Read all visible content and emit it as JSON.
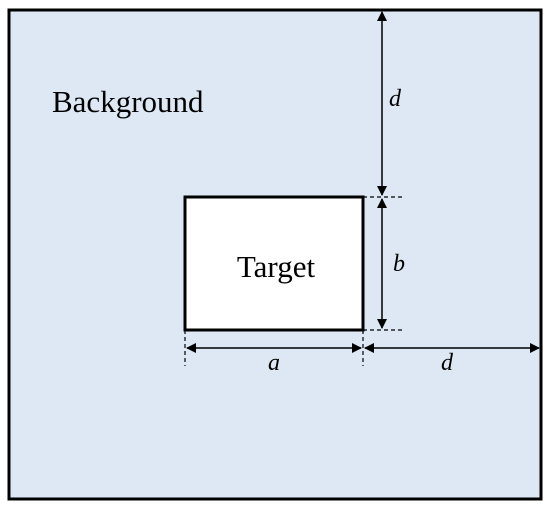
{
  "labels": {
    "background": "Background",
    "target": "Target",
    "dim_a": "a",
    "dim_b": "b",
    "dim_d_vertical": "d",
    "dim_d_horizontal": "d"
  },
  "colors": {
    "background_fill": "#dde8f4",
    "target_fill": "#ffffff",
    "stroke": "#000000"
  }
}
